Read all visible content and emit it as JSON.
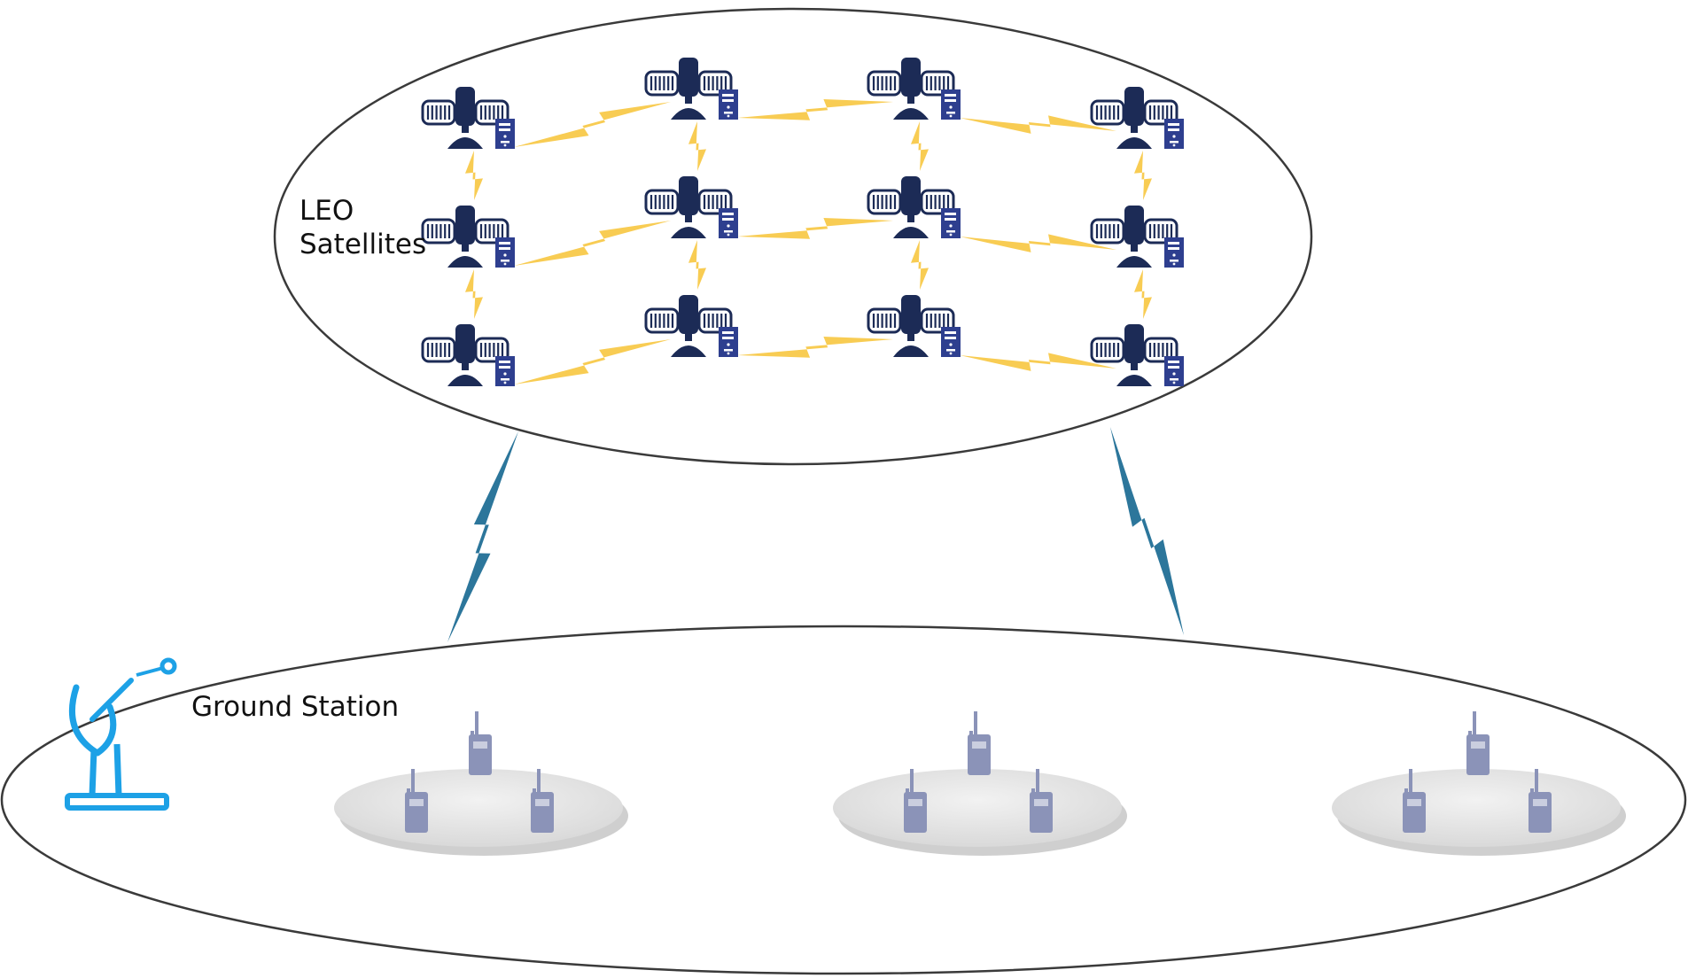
{
  "labels": {
    "leo_satellites_line1": "LEO",
    "leo_satellites_line2": "Satellites",
    "ground_station": "Ground Station"
  },
  "colors": {
    "ellipse_stroke": "#3a3a3a",
    "satellite_navy": "#1c2b56",
    "server_blue": "#2e3f8f",
    "isl_link": "#f7c844",
    "feeder_link": "#1a6a93",
    "ground_antenna": "#1da1e6",
    "radio_terminal": "#8b93b8",
    "cell_disc": "#e4e4e4"
  },
  "icons": {
    "satellite": "satellite-icon",
    "edge_server": "server-icon",
    "ground_antenna": "satellite-dish-icon",
    "terminal": "radio-handset-icon"
  },
  "topology": {
    "satellite_rows": 3,
    "satellite_columns": 4,
    "ground_clusters": 3,
    "terminals_per_cluster": 3
  }
}
